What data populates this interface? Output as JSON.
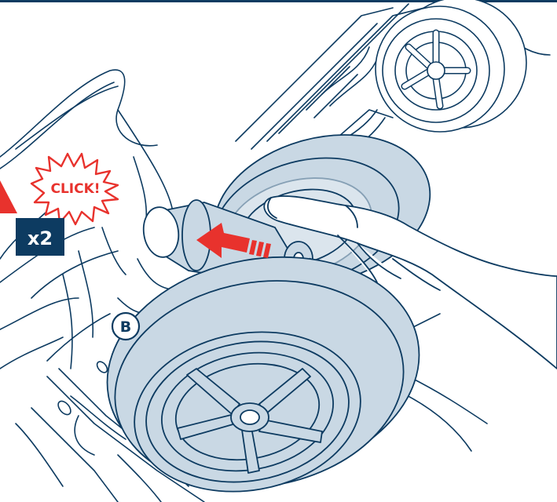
{
  "diagram": {
    "click_label": "CLICK!",
    "quantity_label": "x2",
    "part_label": "B"
  },
  "colors": {
    "outline": "#0d3b61",
    "wheel_fill": "#c9d8e4",
    "accent_red": "#e8322d",
    "badge_bg": "#0d3b61",
    "badge_text": "#ffffff",
    "background": "#ffffff"
  },
  "icons": [
    "click-burst-icon",
    "insert-arrow-icon",
    "warning-triangle-icon"
  ]
}
